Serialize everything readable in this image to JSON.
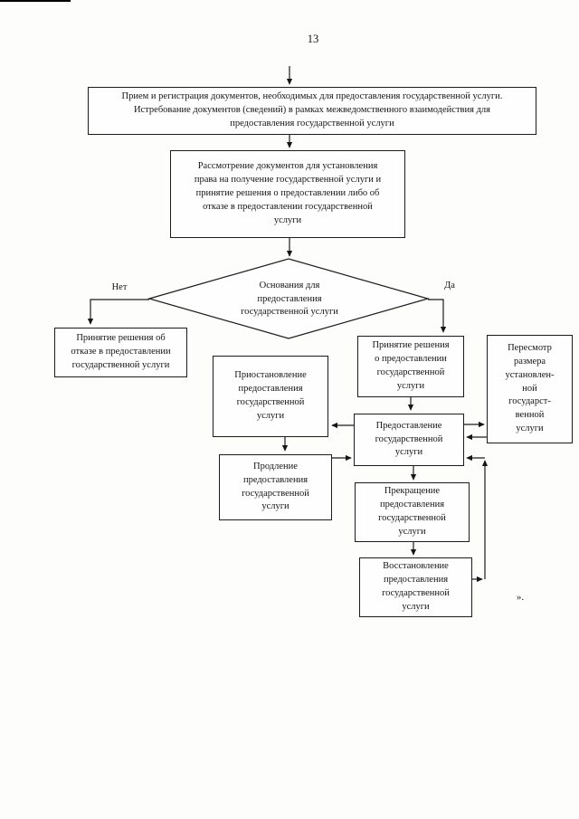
{
  "page": {
    "number": "13",
    "closing_mark": "»."
  },
  "flowchart": {
    "labels": {
      "no": "Нет",
      "yes": "Да"
    },
    "nodes": {
      "reception": {
        "text": "Прием и регистрация документов, необходимых для предоставления государственной услуги.\nИстребование документов (сведений) в рамках межведомственного взаимодействия для\nпредоставления государственной услуги"
      },
      "review": {
        "text": "Рассмотрение документов для установления\nправа на получение государственной услуги и\nпринятие решения о предоставлении либо об\nотказе в предоставлении государственной\nуслуги"
      },
      "decision": {
        "text": "Основания для\nпредоставления\nгосударственной услуги"
      },
      "refusal": {
        "text": "Принятие решения об\nотказе в предоставлении\nгосударственной услуги"
      },
      "approval": {
        "text": "Принятие решения\nо предоставлении\nгосударственной\nуслуги"
      },
      "revision": {
        "text": "Пересмотр\nразмера\nустановлен-\nной\nгосударст-\nвенной\nуслуги"
      },
      "suspension": {
        "text": "Приостановление\nпредоставления\nгосударственной\nуслуги"
      },
      "extension": {
        "text": "Продление\nпредоставления\nгосударственной\nуслуги"
      },
      "provision": {
        "text": "Предоставление\nгосударственной\nуслуги"
      },
      "termination": {
        "text": "Прекращение\nпредоставления\nгосударственной\nуслуги"
      },
      "restoration": {
        "text": "Восстановление\nпредоставления\nгосударственной\nуслуги"
      }
    },
    "colors": {
      "line": "#1c1c1c",
      "paper": "#fdfdfc"
    }
  }
}
